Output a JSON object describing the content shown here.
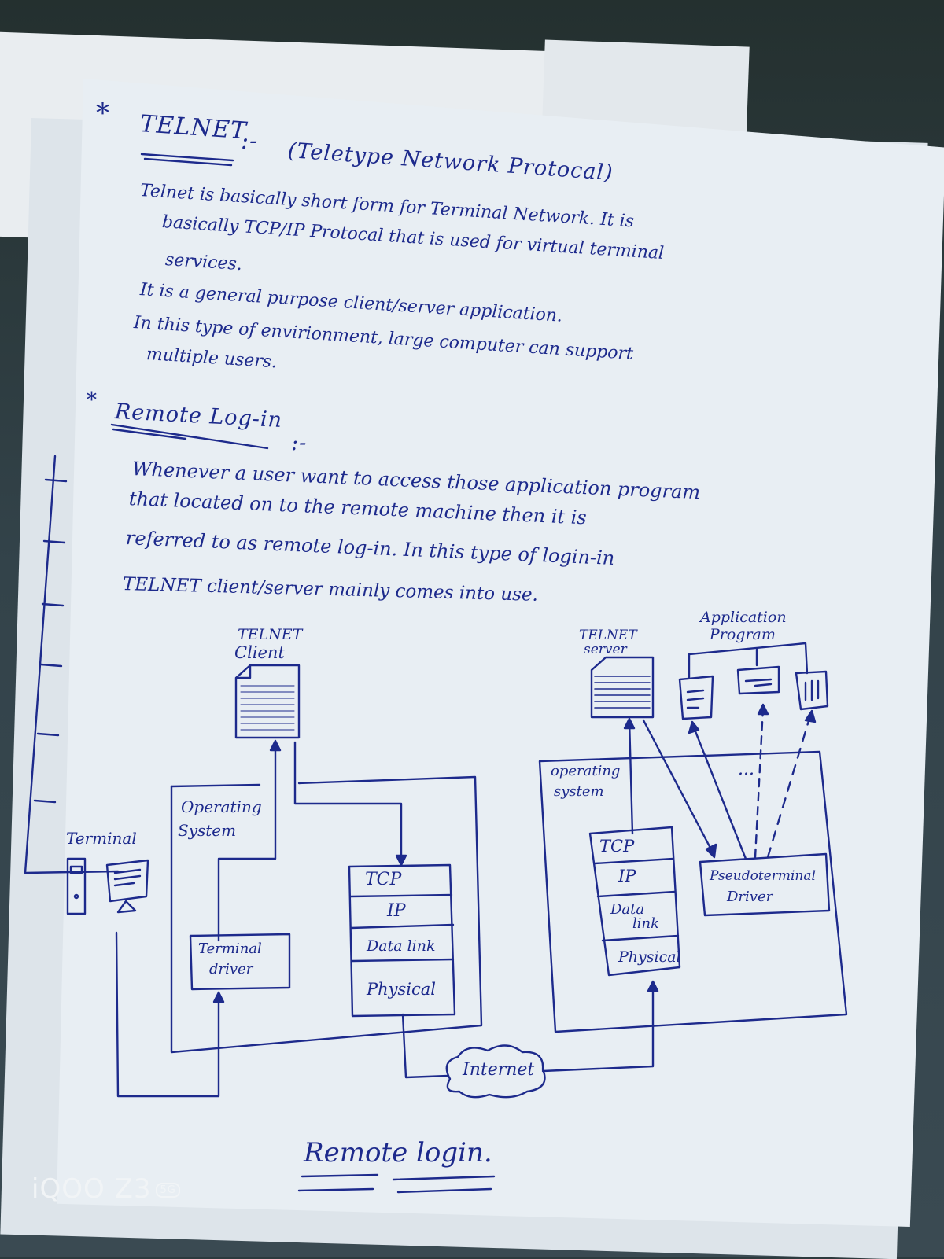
{
  "heading": {
    "star": "*",
    "title": "TELNET",
    "sep": ":-",
    "subtitle": "(Teletype Network Protocal)"
  },
  "bullets": [
    "Telnet is basically short form for Terminal Network. It is",
    "basically TCP/IP Protocal that is used for virtual terminal",
    "services.",
    "It is a general purpose client/server application.",
    "In this type of envirionment, large computer can support",
    "multiple users."
  ],
  "section": {
    "star": "*",
    "title": "Remote Log-in",
    "sep": ":-"
  },
  "paragraph": [
    "Whenever a user want to access those application program",
    "that located on to the remote machine then it is",
    "referred to as remote log-in. In this type of login-in",
    "TELNET client/server mainly comes into use."
  ],
  "diagram": {
    "client_label": [
      "TELNET",
      "Client"
    ],
    "server_label": [
      "TELNET",
      "server"
    ],
    "app_label": [
      "Application",
      "Program"
    ],
    "os_left": [
      "Operating",
      "System"
    ],
    "os_right": [
      "operating",
      "system"
    ],
    "terminal": "Terminal",
    "terminal_driver": [
      "Terminal",
      "driver"
    ],
    "stack_left": [
      "TCP",
      "IP",
      "Data link",
      "Physical"
    ],
    "stack_right": [
      "TCP",
      "IP",
      "Data",
      "link",
      "Physical"
    ],
    "pseudo": [
      "Pseudoterminal",
      "Driver"
    ],
    "internet": "Internet",
    "dots": "..."
  },
  "caption": "Remote login.",
  "watermark": {
    "brand": "iQOO Z3",
    "badge": "5G"
  }
}
